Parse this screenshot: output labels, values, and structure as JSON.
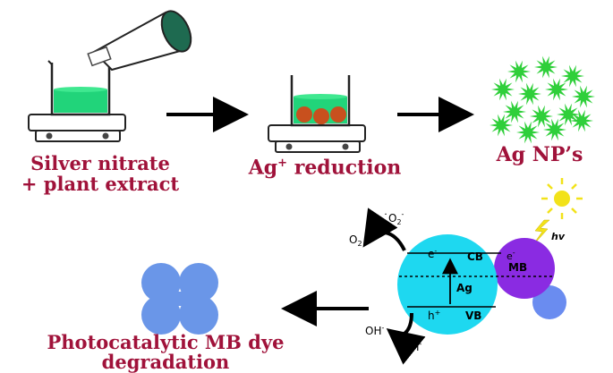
{
  "steps": {
    "step1_line1": "Silver nitrate",
    "step1_line2": "+ plant extract",
    "step2_main": "Ag",
    "step2_sup": "+",
    "step2_rest": " reduction",
    "step3": "Ag NP’s",
    "step4_line1": "Photocatalytic MB dye",
    "step4_line2": "degradation"
  },
  "mechanism": {
    "o2": "O",
    "o2_sub": "2",
    "o2rad": "˙O",
    "o2rad_sub": "2",
    "o2rad_sup": "-",
    "electron": "e",
    "electron_sup": "-",
    "cb": "CB",
    "vb": "VB",
    "ag": "Ag",
    "hole": "h",
    "hole_sup": "+",
    "oh": "OH",
    "oh_sup": "-",
    "ohrad": "˙OH",
    "ohrad_sup": "-",
    "mb_e": "e",
    "mb_e_sup": "-",
    "mb": "MB",
    "hv": "hv"
  },
  "colors": {
    "label": "#a0123a",
    "solution_green": "#21d47a",
    "star_green": "#2fcf3a",
    "sphere_cyan": "#1ed8f0",
    "mb_purple": "#8a2be2",
    "mb_blue": "#6a8cf0",
    "dye_blue": "#6a96e8",
    "sun_yellow": "#f2e21a",
    "nanoparticle_orange": "#c8501e"
  }
}
